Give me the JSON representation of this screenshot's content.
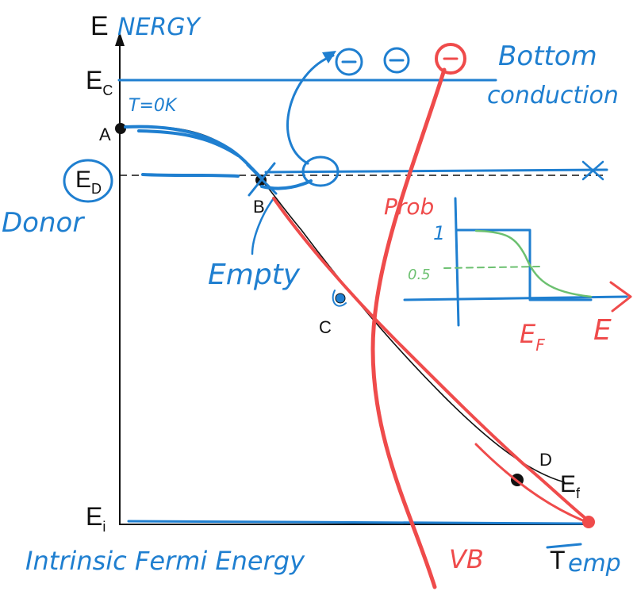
{
  "axes": {
    "y_label": "E",
    "x_label": "T"
  },
  "printed_labels": {
    "ec": "E",
    "ec_sub": "C",
    "ed": "E",
    "ed_sub": "D",
    "ei": "E",
    "ei_sub": "i",
    "ef": "E",
    "ef_sub": "f",
    "point_a": "A",
    "point_b": "B",
    "point_c": "C",
    "point_d": "D"
  },
  "handwritten": {
    "energy": "NERGY",
    "t_ok": "T=0K",
    "donor": "Donor",
    "empty": "Empty",
    "bottom": "Bottom",
    "conduction": "conduction",
    "intrinsic": "Intrinsic Fermi Energy",
    "temp": "emp",
    "vb": "VB",
    "prob": "Prob"
  },
  "inset": {
    "y_one": "1",
    "y_half": "0.5",
    "x_ef": "E",
    "x_ef_sub": "F",
    "x_e": "E"
  },
  "colors": {
    "ink_black": "#111111",
    "pen_blue": "#1f7fd0",
    "pen_red": "#ef4b4b",
    "pen_green": "#6cc070"
  }
}
